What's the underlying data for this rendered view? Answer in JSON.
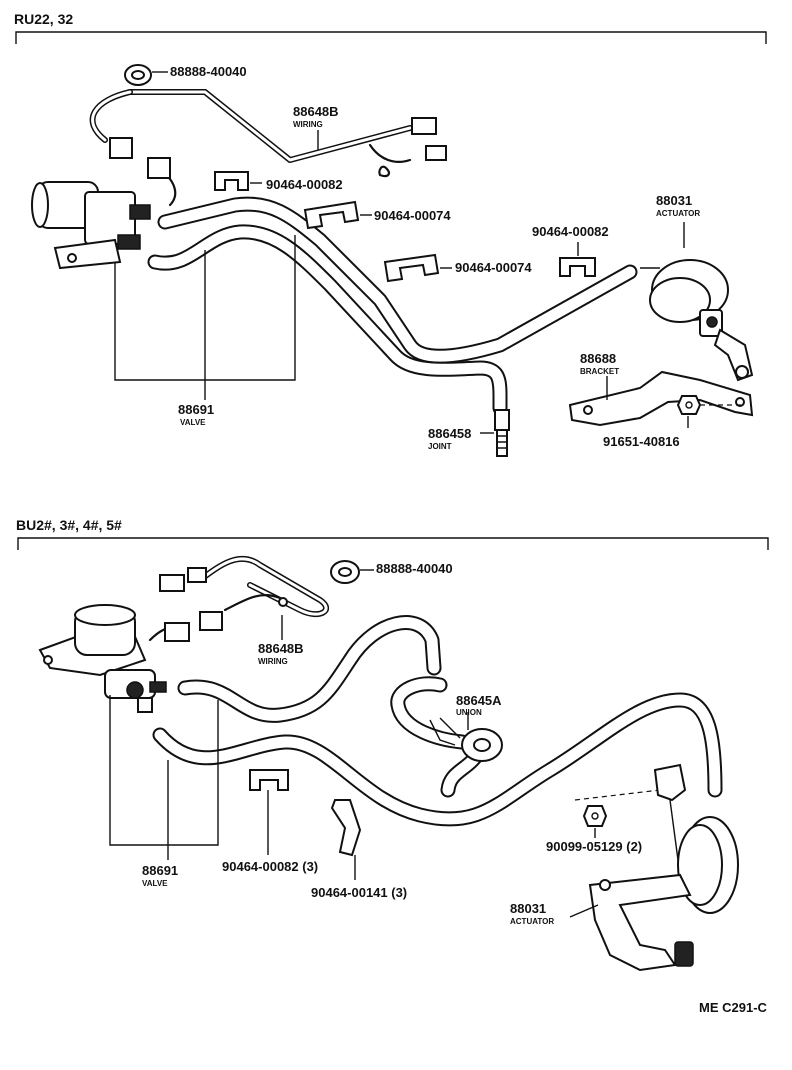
{
  "top": {
    "header": "RU22, 32",
    "labels": {
      "clip_a": "88888-40040",
      "wiring_num": "88648B",
      "wiring_name": "WIRING",
      "clamp_1": "90464-00082",
      "clamp_2": "90464-00074",
      "clamp_3": "90464-00074",
      "clamp_4": "90464-00082",
      "actuator_num": "88031",
      "actuator_name": "ACTUATOR",
      "bracket_num": "88688",
      "bracket_name": "BRACKET",
      "nut": "91651-40816",
      "joint_num": "886458",
      "joint_name": "JOINT",
      "valve_num": "88691",
      "valve_name": "VALVE"
    }
  },
  "bottom": {
    "header": "BU2#, 3#, 4#, 5#",
    "labels": {
      "clip_a": "88888-40040",
      "wiring_num": "88648B",
      "wiring_name": "WIRING",
      "union_num": "88645A",
      "union_name": "UNION",
      "nut": "90099-05129  (2)",
      "actuator_num": "88031",
      "actuator_name": "ACTUATOR",
      "clamp_1": "90464-00082  (3)",
      "clamp_2": "90464-00141  (3)",
      "valve_num": "88691",
      "valve_name": "VALVE"
    }
  },
  "footer_code": "ME C291-C"
}
